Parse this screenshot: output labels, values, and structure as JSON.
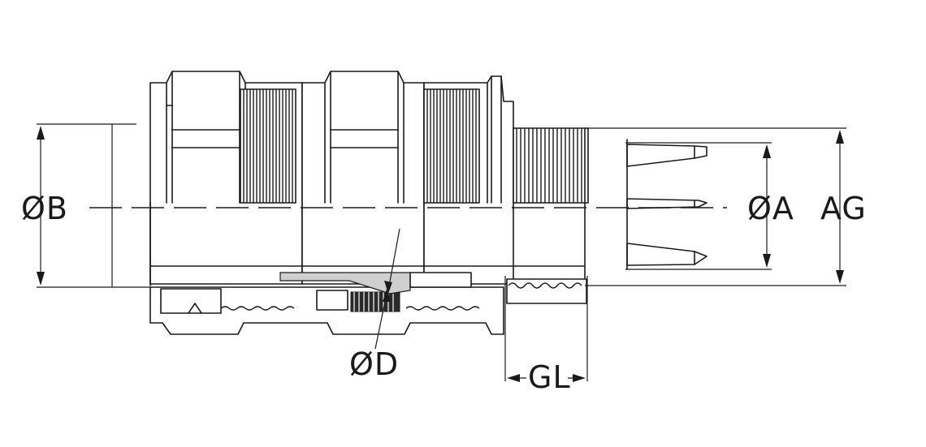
{
  "labels": {
    "dia_b": "ØB",
    "dia_a": "ØA",
    "ag": "AG",
    "dia_d": "ØD",
    "gl": "GL"
  }
}
